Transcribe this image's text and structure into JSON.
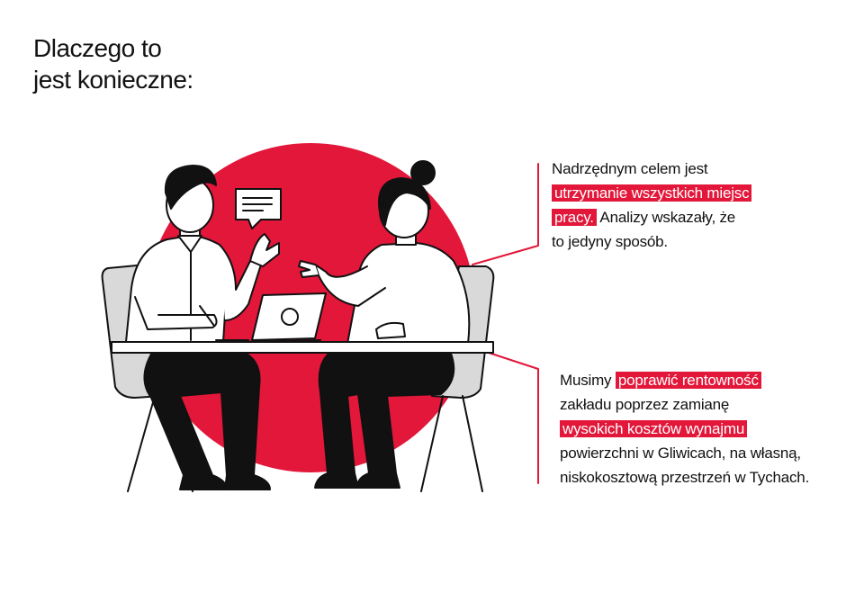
{
  "heading": {
    "line1": "Dlaczego to",
    "line2": "jest konieczne:"
  },
  "callout_1": {
    "line1": "Nadrzędnym celem jest",
    "highlight_a": "utrzymanie wszystkich miejsc",
    "highlight_b": "pracy.",
    "rest_a": " Analizy wskazały, że",
    "line4": "to jedyny sposób."
  },
  "callout_2": {
    "prefix": "Musimy ",
    "highlight_a": "poprawić rentowność",
    "line2": "zakładu poprzez zamianę",
    "highlight_b": "wysokich kosztów wynajmu",
    "line4": "powierzchni w Gliwicach, na własną,",
    "line5": "niskokosztową przestrzeń w Tychach."
  },
  "colors": {
    "accent": "#e2173a",
    "ink": "#111111",
    "chair": "#d9d9d9",
    "background": "#ffffff"
  },
  "icons": [
    "speech-bubble-icon",
    "laptop-icon",
    "pen-icon"
  ]
}
